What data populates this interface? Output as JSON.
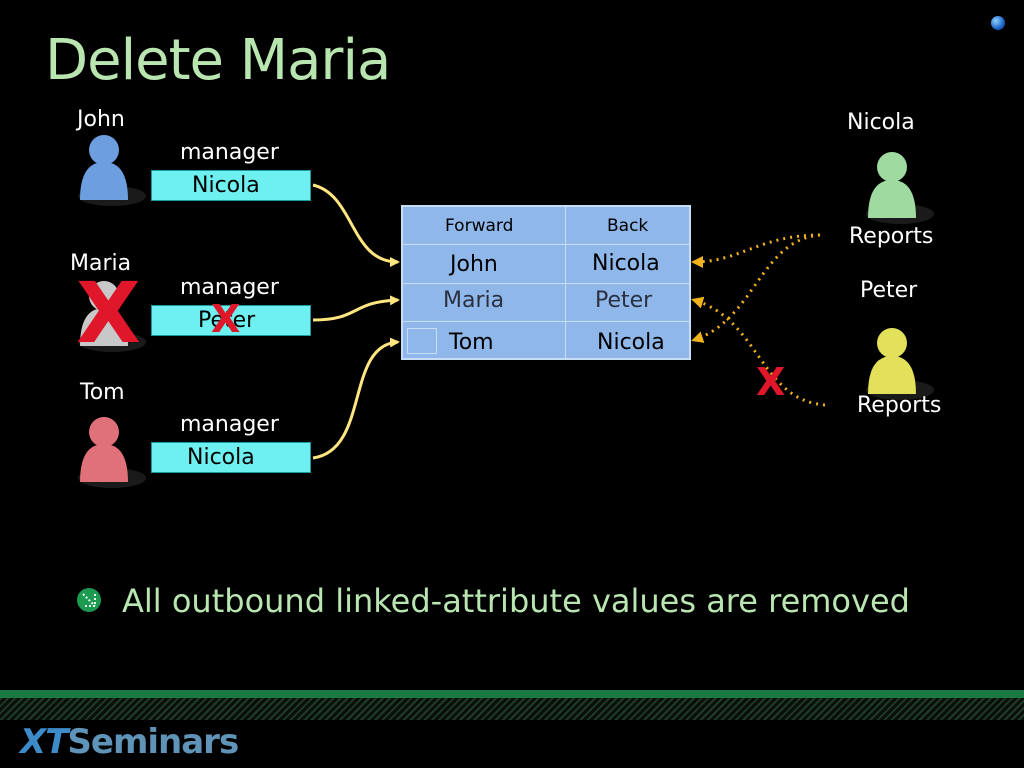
{
  "slide": {
    "title": "Delete Maria",
    "bullet": "All outbound linked-attribute values are removed"
  },
  "users_left": [
    {
      "name": "John",
      "manager_label": "manager",
      "manager_value": "Nicola",
      "color": "#6d9fe0",
      "deleted": false
    },
    {
      "name": "Maria",
      "manager_label": "manager",
      "manager_value": "Peter",
      "color": "#c8c8c8",
      "deleted": true
    },
    {
      "name": "Tom",
      "manager_label": "manager",
      "manager_value": "Nicola",
      "color": "#e0707a",
      "deleted": false
    }
  ],
  "users_right": [
    {
      "name": "Nicola",
      "reports_label": "Reports",
      "color": "#9fdba0"
    },
    {
      "name": "Peter",
      "reports_label": "Reports",
      "color": "#e3e05a"
    }
  ],
  "link_table": {
    "headers": [
      "Forward",
      "Back"
    ],
    "rows": [
      {
        "forward": "John",
        "back": "Nicola",
        "struck": false
      },
      {
        "forward": "Maria",
        "back": "Peter",
        "struck": true
      },
      {
        "forward": "Tom",
        "back": "Nicola",
        "struck": false
      }
    ]
  },
  "marks": {
    "delete_mark": "X"
  },
  "colors": {
    "title": "#b9e6b0",
    "manager_box": "#6ff0f0",
    "table_fill": "#8fb7ea",
    "forward_arrow": "#ffe680",
    "back_arrow": "#f2b21b",
    "delete_mark": "#e0162b",
    "footer_green": "#1b7a43"
  },
  "logo": {
    "prefix": "XT",
    "suffix": "Seminars"
  }
}
